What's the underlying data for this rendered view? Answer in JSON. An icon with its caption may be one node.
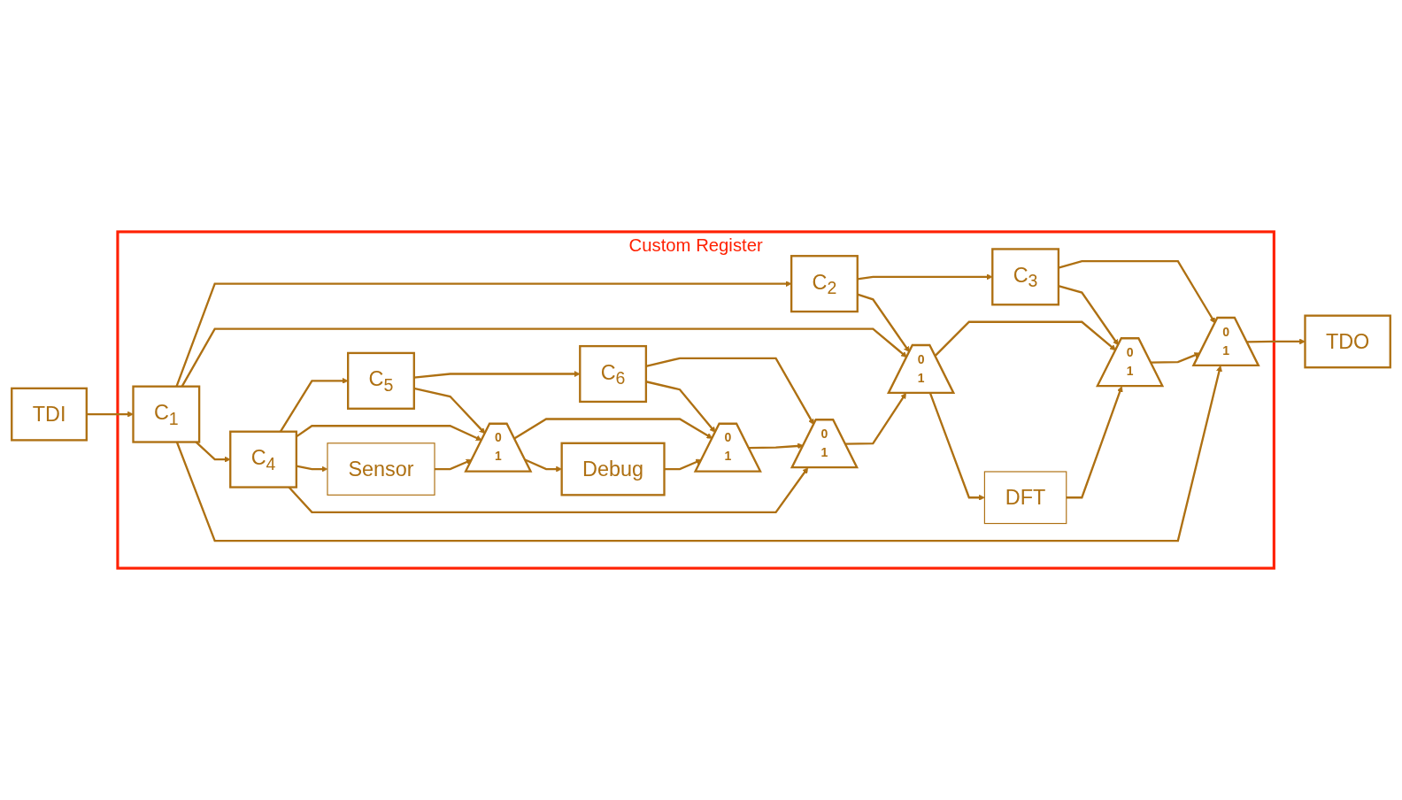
{
  "diagram": {
    "nodes": [
      {
        "text": [
          "Custom Register"
        ]
      },
      {
        "text": [
          "TDI"
        ]
      },
      {
        "text": [
          "C$_{1}$"
        ],
        "in": 0
      },
      {
        "text": [
          "C$_{2}$"
        ],
        "in": 0
      },
      {
        "text": [
          "C$_{3}$"
        ],
        "in": 0
      },
      {
        "text": [
          "0",
          "1"
        ],
        "in": 0
      },
      {
        "text": [
          "DFT"
        ],
        "in": 0
      },
      {
        "text": [
          "0",
          "1"
        ],
        "in": 0
      },
      {
        "text": [
          "0",
          "1"
        ],
        "in": 0
      },
      {
        "text": [
          "TDO"
        ]
      },
      {
        "text": [
          "C$_{4}$"
        ],
        "in": 0
      },
      {
        "text": [
          "C$_{5}$"
        ],
        "in": 0
      },
      {
        "text": [
          "C$_{6}$"
        ],
        "in": 0
      },
      {
        "text": [
          "Sensor"
        ],
        "in": 0
      },
      {
        "text": [
          "0",
          "1"
        ],
        "in": 0
      },
      {
        "text": [
          "Debug"
        ],
        "in": 0
      },
      {
        "text": [
          "0",
          "1"
        ],
        "in": 0
      },
      {
        "text": [
          "0",
          "1"
        ],
        "in": 0
      }
    ],
    "edges": [
      {
        "from": 1,
        "to": 2,
        "arrow": "to"
      },
      {
        "from": 2,
        "to": 3,
        "arrow": "to"
      },
      {
        "from": 2,
        "to": 5,
        "arrow": "to"
      },
      {
        "from": 2,
        "to": 10,
        "arrow": "to"
      },
      {
        "from": 2,
        "to": 8,
        "arrow": "to"
      },
      {
        "from": 3,
        "to": 4,
        "arrow": "to"
      },
      {
        "from": 3,
        "to": 5,
        "arrow": "to"
      },
      {
        "from": 4,
        "to": 8,
        "arrow": "to"
      },
      {
        "from": 4,
        "to": 7,
        "arrow": "to"
      },
      {
        "from": 5,
        "to": 7,
        "arrow": "to"
      },
      {
        "from": 5,
        "to": 6,
        "arrow": "to"
      },
      {
        "from": 6,
        "to": 7,
        "arrow": "to"
      },
      {
        "from": 7,
        "to": 8,
        "arrow": "to"
      },
      {
        "from": 8,
        "to": 9,
        "arrow": "to"
      },
      {
        "from": 10,
        "to": 11,
        "arrow": "to"
      },
      {
        "from": 10,
        "to": 14,
        "arrow": "to"
      },
      {
        "from": 10,
        "to": 13,
        "arrow": "to"
      },
      {
        "from": 10,
        "to": 17,
        "arrow": "to"
      },
      {
        "from": 11,
        "to": 12,
        "arrow": "to"
      },
      {
        "from": 11,
        "to": 14,
        "arrow": "to"
      },
      {
        "from": 12,
        "to": 17,
        "arrow": "to"
      },
      {
        "from": 12,
        "to": 16,
        "arrow": "to"
      },
      {
        "from": 13,
        "to": 14,
        "arrow": "to"
      },
      {
        "from": 14,
        "to": 16,
        "arrow": "to"
      },
      {
        "from": 14,
        "to": 15,
        "arrow": "to"
      },
      {
        "from": 15,
        "to": 16,
        "arrow": "to"
      },
      {
        "from": 16,
        "to": 17,
        "arrow": "to"
      },
      {
        "from": 17,
        "to": 5,
        "arrow": "to"
      }
    ]
  }
}
